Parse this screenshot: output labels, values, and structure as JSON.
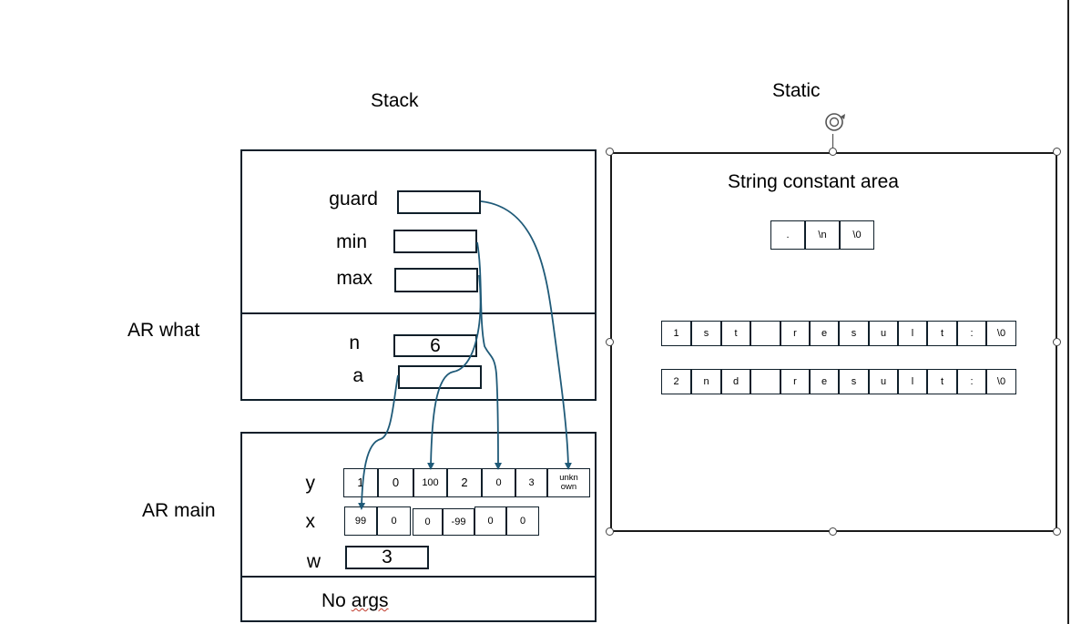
{
  "titles": {
    "stack": "Stack",
    "static": "Static"
  },
  "frames": {
    "what": "AR what",
    "main": "AR main"
  },
  "what_frame": {
    "vars": {
      "guard": "guard",
      "min": "min",
      "max": "max",
      "n": "n",
      "a": "a"
    },
    "n_value": "6"
  },
  "main_frame": {
    "vars": {
      "y": "y",
      "x": "x",
      "w": "w"
    },
    "y_cells": [
      "1",
      "0",
      "100",
      "2",
      "0",
      "3",
      "unkn\nown"
    ],
    "x_cells": [
      "99",
      "0",
      "0",
      "-99",
      "0",
      "0"
    ],
    "w_value": "3",
    "args_prefix": "No",
    "args_word": "args"
  },
  "string_area": {
    "title": "String constant area",
    "dot_string": [
      ".",
      "\\n",
      "\\0"
    ],
    "first_string": [
      "1",
      "s",
      "t",
      "",
      "r",
      "e",
      "s",
      "u",
      "l",
      "t",
      ":",
      "\\0"
    ],
    "second_string": [
      "2",
      "n",
      "d",
      "",
      "r",
      "e",
      "s",
      "u",
      "l",
      "t",
      ":",
      "\\0"
    ]
  },
  "colors": {
    "pointer": "#1f5a78",
    "border": "#0f1f2a"
  },
  "icons": {
    "rotate": "rotate-handle-icon"
  }
}
